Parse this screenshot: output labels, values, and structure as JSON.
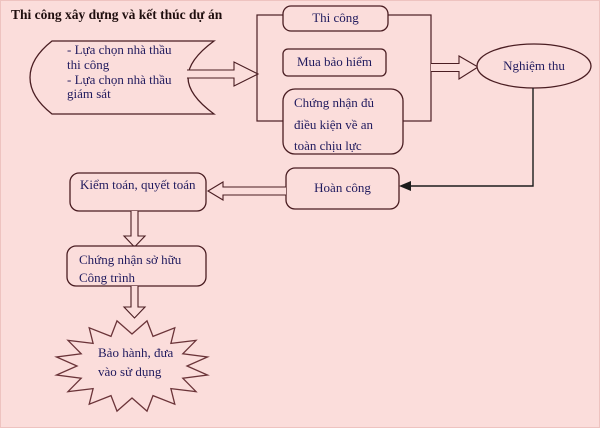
{
  "title": "Thi công xây dựng và kết thúc dự án",
  "colors": {
    "background": "#fbdddb",
    "shape_stroke": "#4a1d22",
    "burst_stroke": "#6b3439",
    "text_navy": "#201a5e",
    "title_color": "#200f0f",
    "connector_black": "#1c1c1c"
  },
  "flowchart": {
    "contractor_note": {
      "line1": "- Lựa chọn nhà thầu",
      "line2": "thi công",
      "line3": "- Lựa chọn nhà thầu",
      "line4": "giám sát"
    },
    "construction_box": {
      "label": "Thi công"
    },
    "insurance_box": {
      "label": "Mua bảo hiểm"
    },
    "safety_box": {
      "line1": "Chứng nhận đủ",
      "line2": "điều kiện về an",
      "line3": "toàn chịu lực"
    },
    "acceptance_ellipse": {
      "label": "Nghiệm thu"
    },
    "completion_box": {
      "label": "Hoàn công"
    },
    "audit_box": {
      "label": "Kiểm toán, quyết toán"
    },
    "ownership_box": {
      "line1": "Chứng nhận sở hữu",
      "line2": "Công trình"
    },
    "warranty_burst": {
      "line1": "Bảo hành, đưa",
      "line2": "vào sử dụng"
    }
  }
}
